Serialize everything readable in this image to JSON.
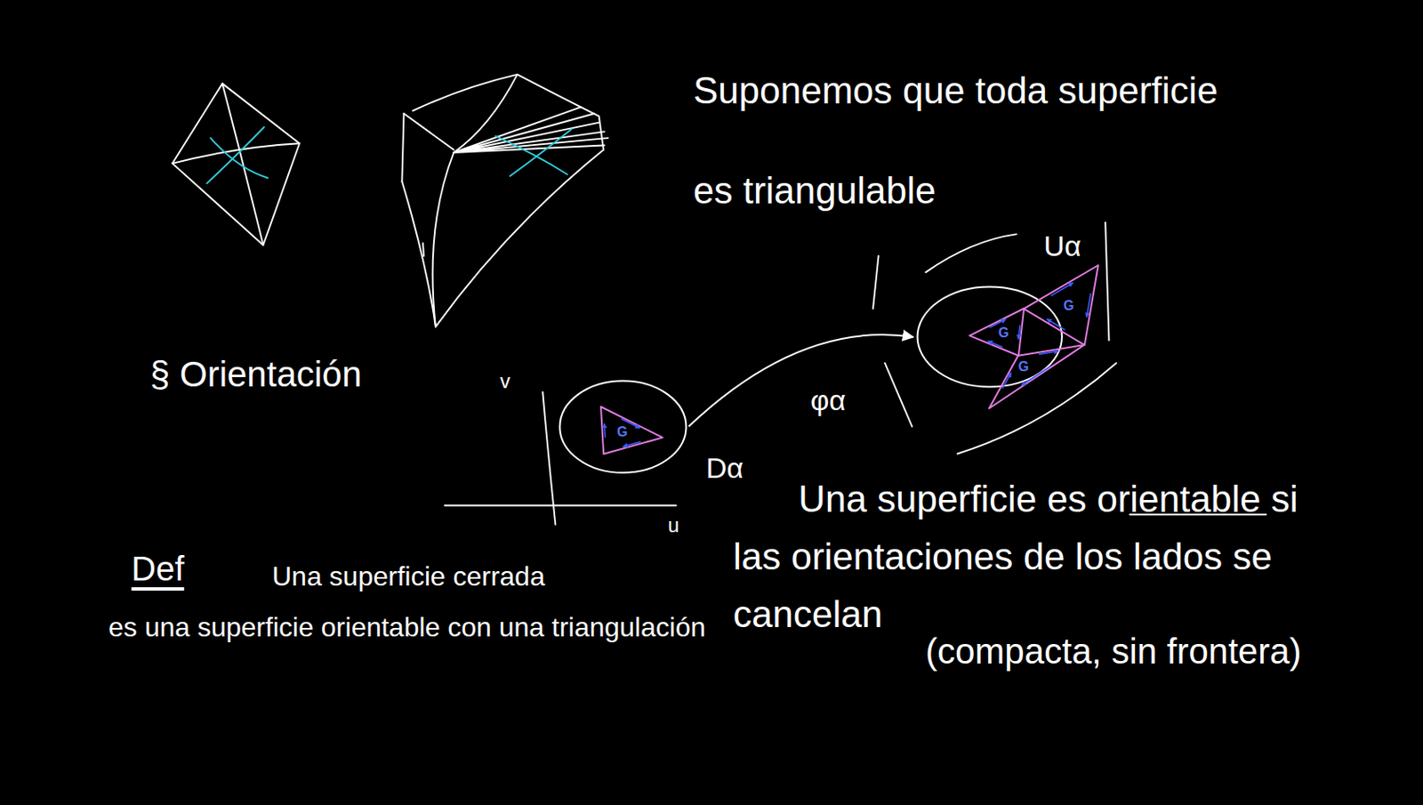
{
  "diagram": {
    "nodes": [
      {
        "text": [
          "Dα"
        ]
      },
      {
        "text": [
          "G"
        ],
        "in": 0
      },
      {
        "text": [
          "Uα"
        ]
      },
      {
        "text": [
          "G"
        ],
        "in": 2
      },
      {
        "text": [
          "G"
        ],
        "in": 2
      },
      {
        "text": [
          "G"
        ],
        "in": 2
      }
    ],
    "edges": [
      {
        "from": 0,
        "to": 2,
        "arrow": "to",
        "label": "φα"
      }
    ],
    "labels": [
      "Suponemos que toda superficie es triangulable",
      "§ Orientación",
      "v",
      "u",
      "Una superficie es orientable si las orientaciones de los lados se cancelan",
      "(compacta, sin frontera)",
      "Def",
      "Una superficie cerrada",
      "es una superficie orientable con una triangulación"
    ]
  }
}
